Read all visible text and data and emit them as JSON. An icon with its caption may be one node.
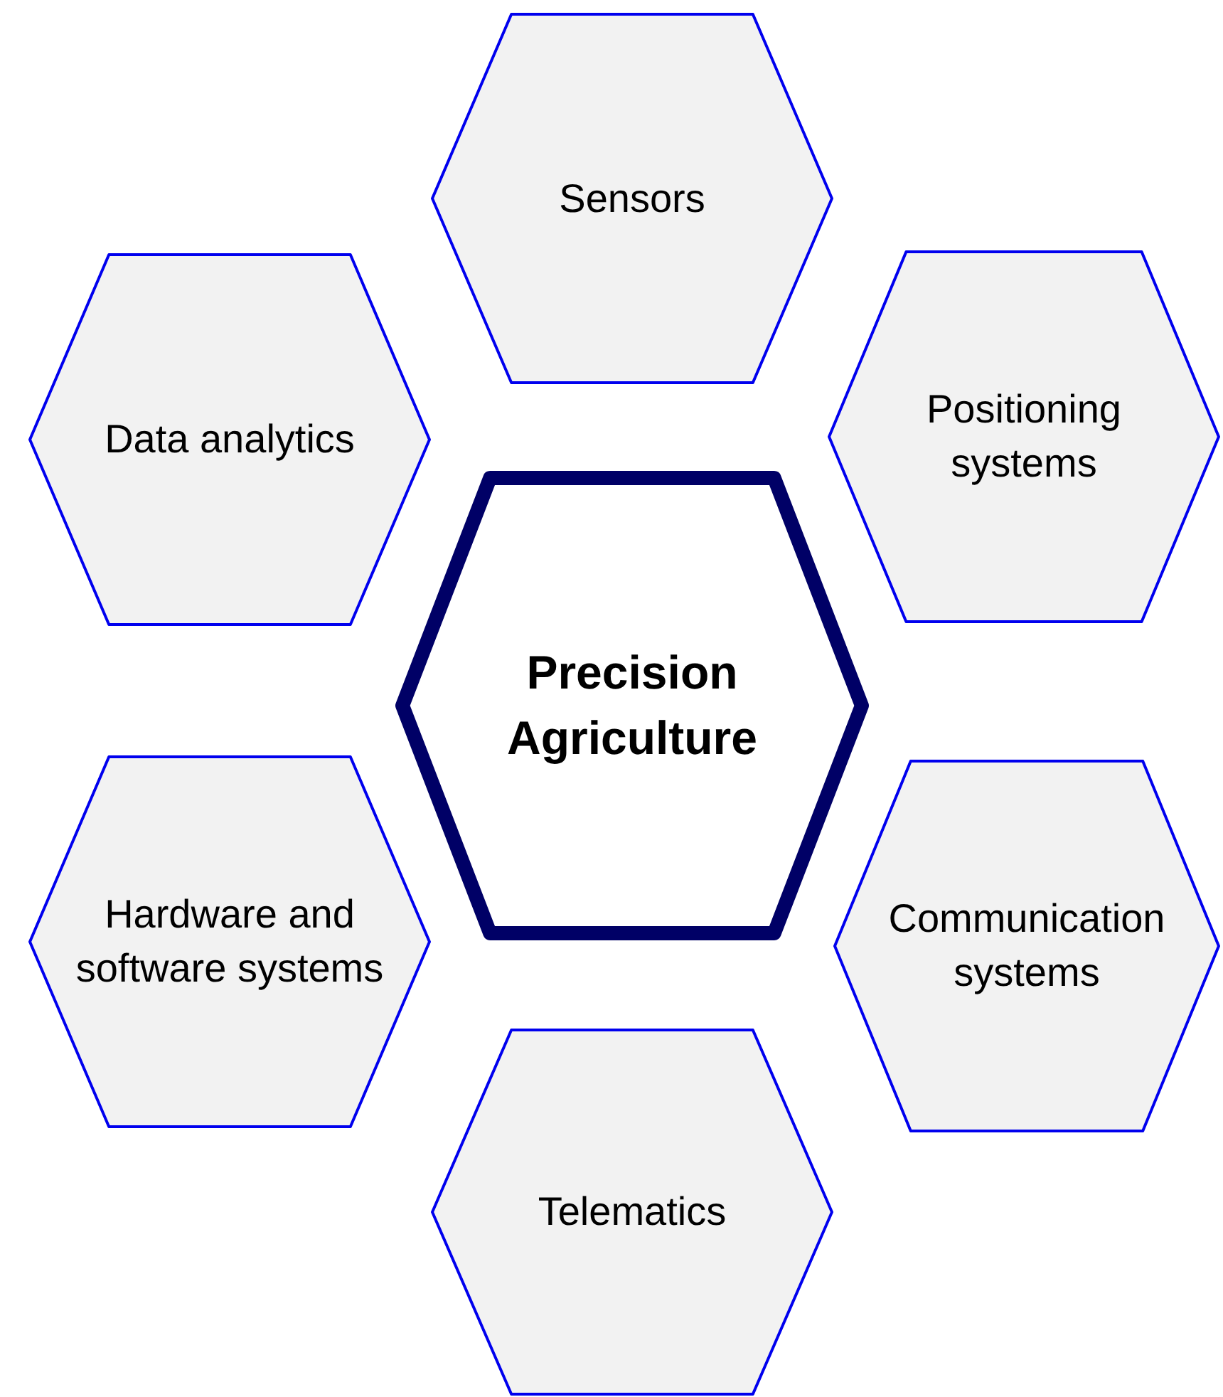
{
  "diagram": {
    "nodes": [
      {
        "text": [
          "Sensors"
        ]
      },
      {
        "text": [
          "Data analytics"
        ]
      },
      {
        "text": [
          "Positioning systems"
        ]
      },
      {
        "text": [
          "Precision Agriculture"
        ]
      },
      {
        "text": [
          "Hardware and software systems"
        ]
      },
      {
        "text": [
          "Communication systems"
        ]
      },
      {
        "text": [
          "Telematics"
        ]
      }
    ],
    "edges": []
  }
}
